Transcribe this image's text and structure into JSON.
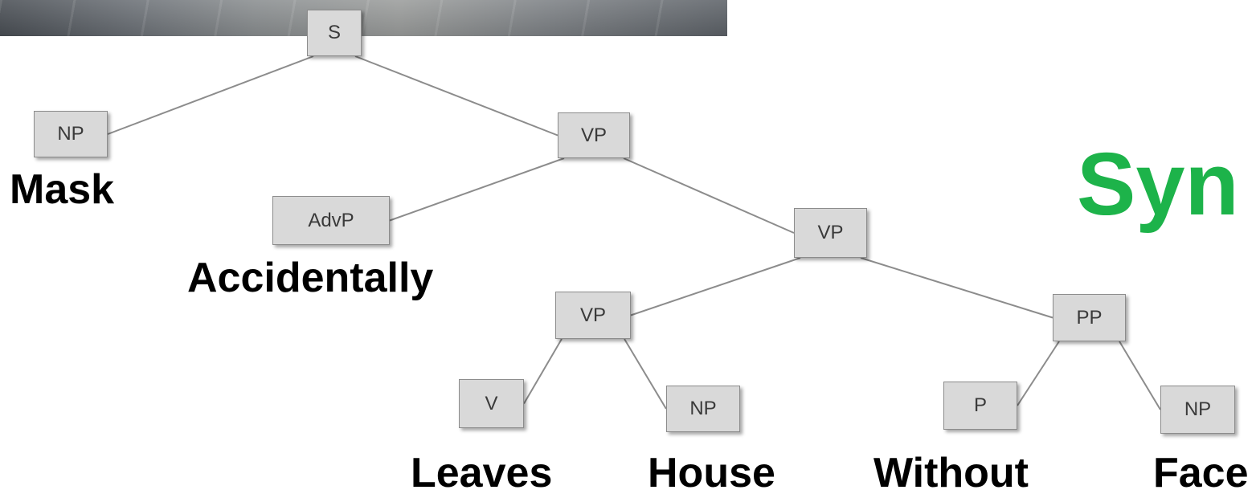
{
  "title": "Syn",
  "colors": {
    "title": "#1db34a",
    "node_fill": "#d9d9d9",
    "edge": "#8c8c8c",
    "word": "#000000"
  },
  "nodes": {
    "s": "S",
    "np_subject": "NP",
    "vp_main": "VP",
    "advp": "AdvP",
    "vp_inner": "VP",
    "vp_verb": "VP",
    "pp": "PP",
    "v": "V",
    "np_object": "NP",
    "p": "P",
    "np_face": "NP"
  },
  "words": {
    "mask": "Mask",
    "accidentally": "Accidentally",
    "leaves": "Leaves",
    "house": "House",
    "without": "Without",
    "face": "Face"
  },
  "tree": [
    [
      "s",
      "np_subject"
    ],
    [
      "s",
      "vp_main"
    ],
    [
      "vp_main",
      "advp"
    ],
    [
      "vp_main",
      "vp_inner"
    ],
    [
      "vp_inner",
      "vp_verb"
    ],
    [
      "vp_inner",
      "pp"
    ],
    [
      "vp_verb",
      "v"
    ],
    [
      "vp_verb",
      "np_object"
    ],
    [
      "pp",
      "p"
    ],
    [
      "pp",
      "np_face"
    ]
  ]
}
